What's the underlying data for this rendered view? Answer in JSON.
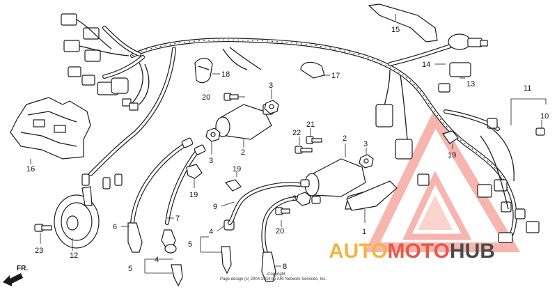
{
  "part_labels": {
    "p1": "1",
    "p2a": "2",
    "p2b": "2",
    "p3a": "3",
    "p3b": "3",
    "p3c": "3",
    "p3d": "3",
    "p4a": "4",
    "p4b": "4",
    "p5a": "5",
    "p5b": "5",
    "p6": "6",
    "p7": "7",
    "p8": "8",
    "p9": "9",
    "p10": "10",
    "p11": "11",
    "p12": "12",
    "p13": "13",
    "p14": "14",
    "p15": "15",
    "p16": "16",
    "p17": "17",
    "p18": "18",
    "p19a": "19",
    "p19b": "19",
    "p19c": "19",
    "p20a": "20",
    "p20b": "20",
    "p21": "21",
    "p22": "22",
    "p23": "23"
  },
  "direction_label": "FR.",
  "copyright_line1": "Copyright",
  "copyright_line2": "Page design (c) 2004-2014 by ARI Network Services, Inc.",
  "watermark": {
    "part1": "AUTO",
    "part2": "MOTO",
    "part3": "HUB",
    "colors": {
      "auto": "#f2b544",
      "moto": "#e8584a",
      "hub": "#4a4a4a",
      "logo": "#f07a6e"
    }
  }
}
